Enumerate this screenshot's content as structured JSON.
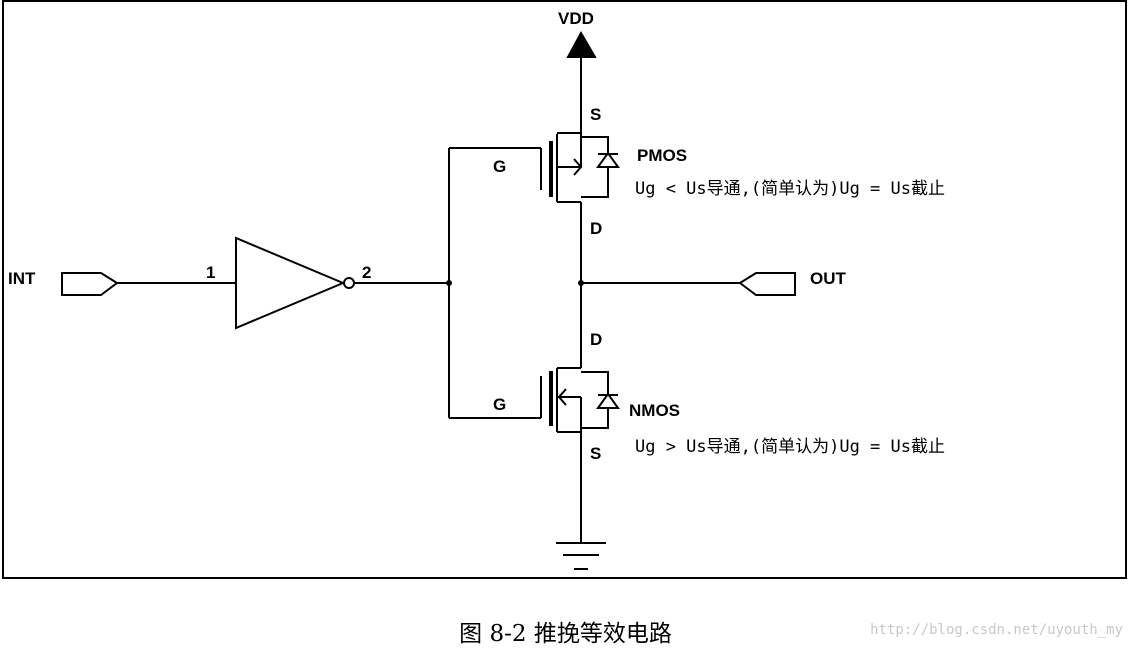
{
  "schematic": {
    "vdd_label": "VDD",
    "input_label": "INT",
    "output_label": "OUT",
    "pin1_label": "1",
    "pin2_label": "2",
    "pmos": {
      "name": "PMOS",
      "gate": "G",
      "source": "S",
      "drain": "D",
      "note": "Ug < Us导通,(简单认为)Ug = Us截止"
    },
    "nmos": {
      "name": "NMOS",
      "gate": "G",
      "source": "S",
      "drain": "D",
      "note": "Ug > Us导通,(简单认为)Ug = Us截止"
    }
  },
  "caption": "图 8-2 推挽等效电路",
  "watermark": "http://blog.csdn.net/uyouth_my"
}
